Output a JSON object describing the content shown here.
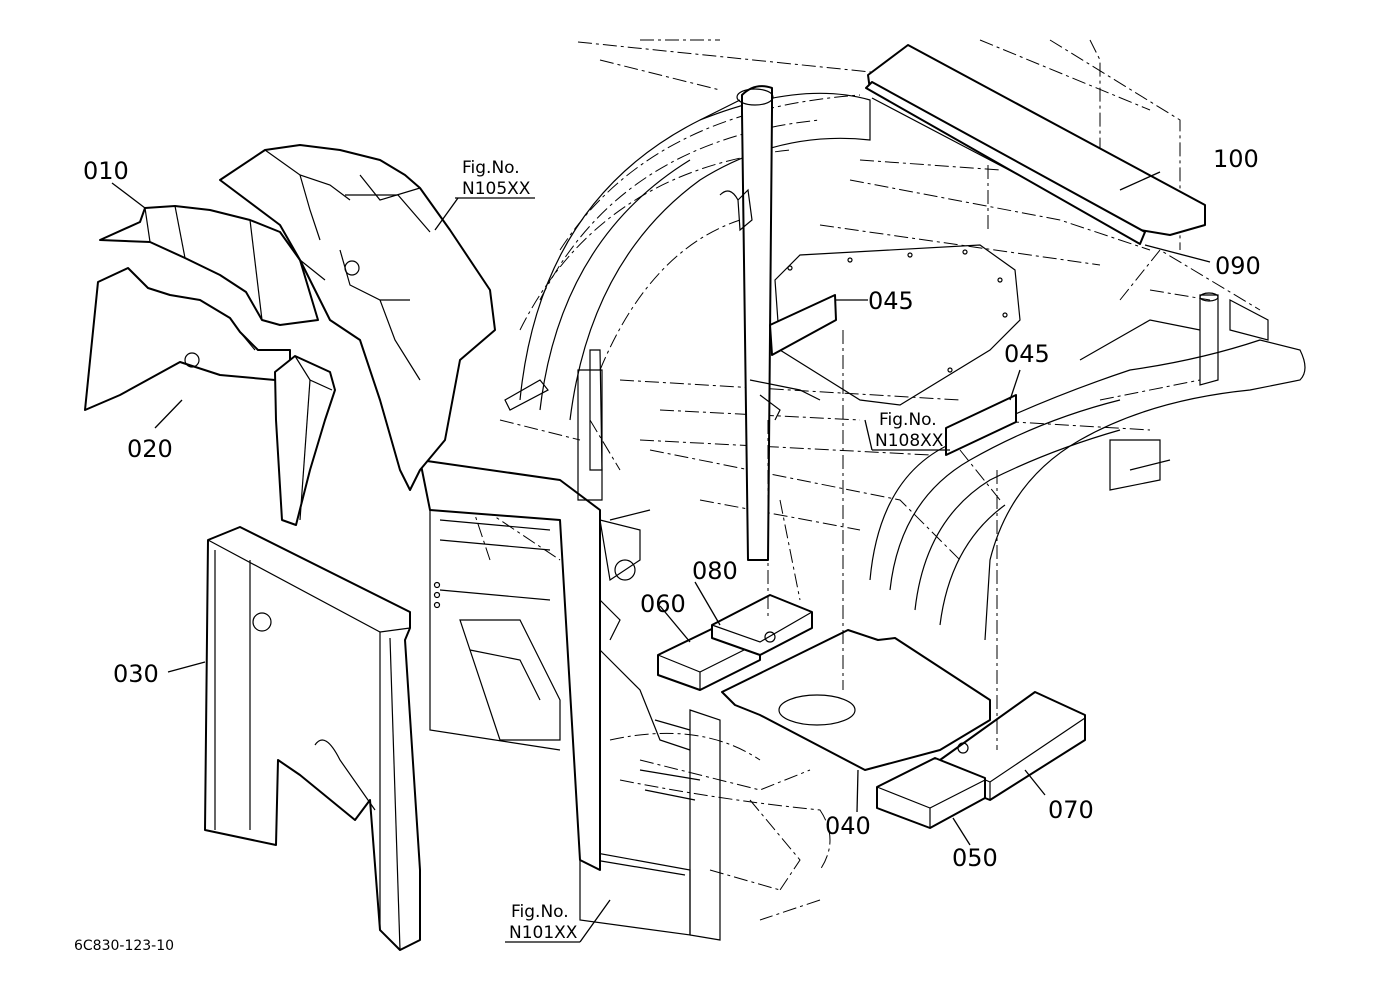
{
  "callouts": {
    "c010": "010",
    "c020": "020",
    "c030": "030",
    "c040": "040",
    "c045a": "045",
    "c045b": "045",
    "c050": "050",
    "c060": "060",
    "c070": "070",
    "c080": "080",
    "c090": "090",
    "c100": "100"
  },
  "figure_refs": {
    "n105": {
      "line1": "Fig.No.",
      "line2": "N105XX"
    },
    "n108": {
      "line1": "Fig.No.",
      "line2": "N108XX"
    },
    "n101": {
      "line1": "Fig.No.",
      "line2": "N101XX"
    }
  },
  "drawing_code": "6C830-123-10"
}
